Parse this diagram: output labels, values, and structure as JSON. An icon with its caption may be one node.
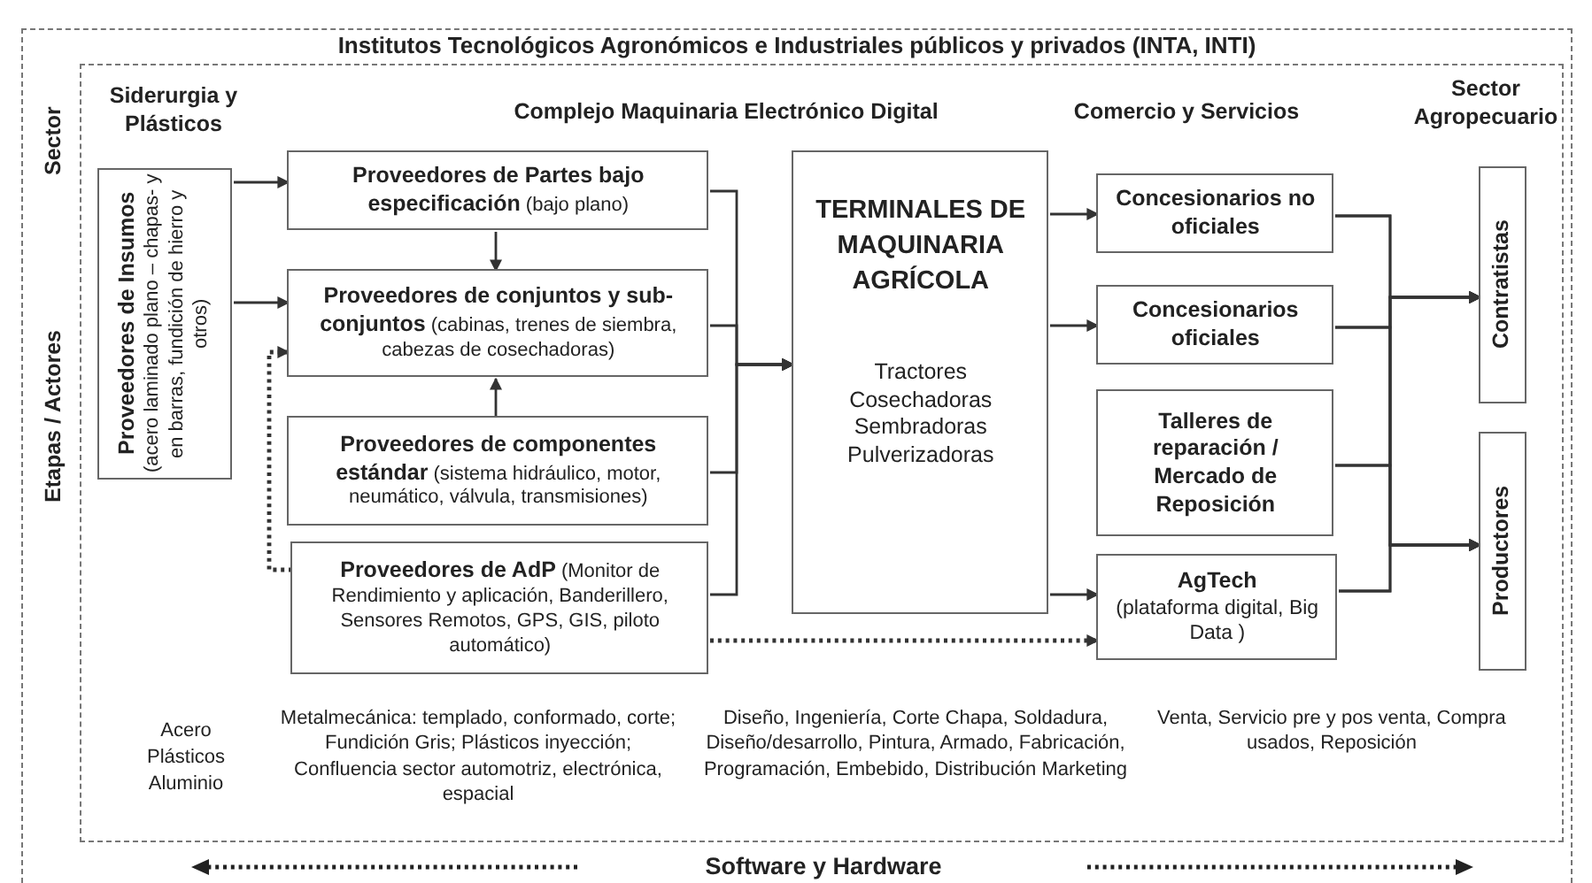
{
  "diagram": {
    "nodes": [
      {
        "text": [
          "Institutos Tecnológicos Agronómicos e Industriales públicos y privados (INTA, INTI)"
        ]
      },
      {
        "text": [],
        "shape": "box",
        "in": 0
      },
      {
        "text": [
          "Proveedores de Insumos",
          "(acero laminado plano – chapas- y en barras, fundición de hierro y otros)"
        ],
        "in": 1
      },
      {
        "text": [
          "**Proveedores de Partes bajo especificación** (bajo plano)"
        ],
        "in": 1
      },
      {
        "text": [
          "**Proveedores de conjuntos y sub-conjuntos** (cabinas, trenes de siembra, cabezas de cosechadoras)"
        ],
        "in": 1
      },
      {
        "text": [
          "**Proveedores de componentes estándar** (sistema hidráulico, motor, neumático, válvula, transmisiones)"
        ],
        "in": 1
      },
      {
        "text": [
          "**Proveedores de AdP** (Monitor de Rendimiento y aplicación, Banderillero, Sensores Remotos, GPS, GIS, piloto automático)"
        ],
        "in": 1
      },
      {
        "text": [
          "TERMINALES DE MAQUINARIA AGRÍCOLA",
          "Tractores",
          "Cosechadoras",
          "Sembradoras",
          "Pulverizadoras"
        ],
        "in": 1
      },
      {
        "text": [
          "Concesionarios no oficiales"
        ],
        "in": 1
      },
      {
        "text": [
          "Concesionarios oficiales"
        ],
        "in": 1
      },
      {
        "text": [
          "Talleres de reparación / Mercado de Reposición"
        ],
        "in": 1
      },
      {
        "text": [
          "AgTech",
          "(plataforma digital, Big Data )"
        ],
        "in": 1
      },
      {
        "text": [
          "Contratistas"
        ],
        "in": 1
      },
      {
        "text": [
          "Productores"
        ],
        "in": 1
      }
    ],
    "edges": [
      {
        "from": 2,
        "to": 3,
        "arrow": "to"
      },
      {
        "from": 2,
        "to": 4,
        "arrow": "to"
      },
      {
        "from": 3,
        "to": 4,
        "arrow": "to"
      },
      {
        "from": 5,
        "to": 4,
        "arrow": "to"
      },
      {
        "from": 6,
        "to": 4,
        "arrow": "to",
        "style": "dashed"
      },
      {
        "from": 3,
        "to": 7,
        "arrow": "to"
      },
      {
        "from": 4,
        "to": 7,
        "arrow": "to"
      },
      {
        "from": 5,
        "to": 7,
        "arrow": "to"
      },
      {
        "from": 6,
        "to": 7,
        "arrow": "to"
      },
      {
        "from": 7,
        "to": 8,
        "arrow": "to"
      },
      {
        "from": 7,
        "to": 9,
        "arrow": "to"
      },
      {
        "from": 7,
        "to": 11,
        "arrow": "to"
      },
      {
        "from": 6,
        "to": 11,
        "arrow": "to",
        "style": "dashed"
      },
      {
        "from": 8,
        "to": 12,
        "arrow": "to"
      },
      {
        "from": 9,
        "to": 12,
        "arrow": "to"
      },
      {
        "from": 10,
        "to": 12,
        "arrow": "to"
      },
      {
        "from": 11,
        "to": 12,
        "arrow": "to"
      },
      {
        "from": 8,
        "to": 13,
        "arrow": "to"
      },
      {
        "from": 9,
        "to": 13,
        "arrow": "to"
      },
      {
        "from": 10,
        "to": 13,
        "arrow": "to"
      },
      {
        "from": 11,
        "to": 13,
        "arrow": "to"
      }
    ],
    "labels": [
      "Sector",
      "Etapas / Actores",
      "Siderurgia y Plásticos",
      "Complejo Maquinaria Electrónico Digital",
      "Comercio y Servicios",
      "Sector Agropecuario",
      "Acero",
      "Plásticos",
      "Aluminio",
      "Metalmecánica: templado, conformado, corte; Fundición Gris; Plásticos inyección; Confluencia sector automotriz, electrónica, espacial",
      "Diseño, Ingeniería, Corte Chapa, Soldadura, Diseño/desarrollo, Pintura, Armado, Fabricación, Programación, Embebido, Distribución Marketing",
      "Venta, Servicio pre y pos venta, Compra usados, Reposición",
      "Software y Hardware"
    ]
  }
}
